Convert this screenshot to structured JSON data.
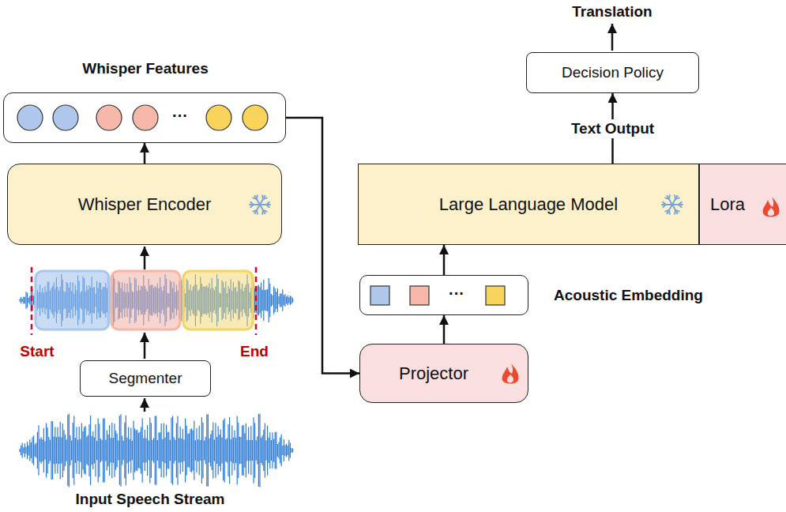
{
  "diagram": {
    "nodes": [
      {
        "text": [
          "Whisper Features"
        ]
      },
      {
        "text": [
          "Whisper Encoder"
        ]
      },
      {
        "text": [
          "Segmenter"
        ]
      },
      {
        "text": [
          "Projector"
        ]
      },
      {
        "text": [
          "Acoustic Embedding"
        ]
      },
      {
        "text": [
          "Large Language Model"
        ]
      },
      {
        "text": [
          "Lora"
        ]
      },
      {
        "text": [
          "Decision Policy"
        ]
      }
    ],
    "edges": [
      {
        "from": 1,
        "to": 0,
        "arrow": "to"
      },
      {
        "from": 0,
        "to": 3,
        "arrow": "to"
      },
      {
        "from": 3,
        "to": 4,
        "arrow": "to"
      },
      {
        "from": 4,
        "to": 5,
        "arrow": "to"
      },
      {
        "from": 5,
        "to": 7,
        "arrow": "to",
        "label": "Text Output"
      }
    ],
    "labels": [
      "Translation",
      "···",
      "···",
      "Start",
      "End",
      "Input Speech Stream"
    ]
  }
}
